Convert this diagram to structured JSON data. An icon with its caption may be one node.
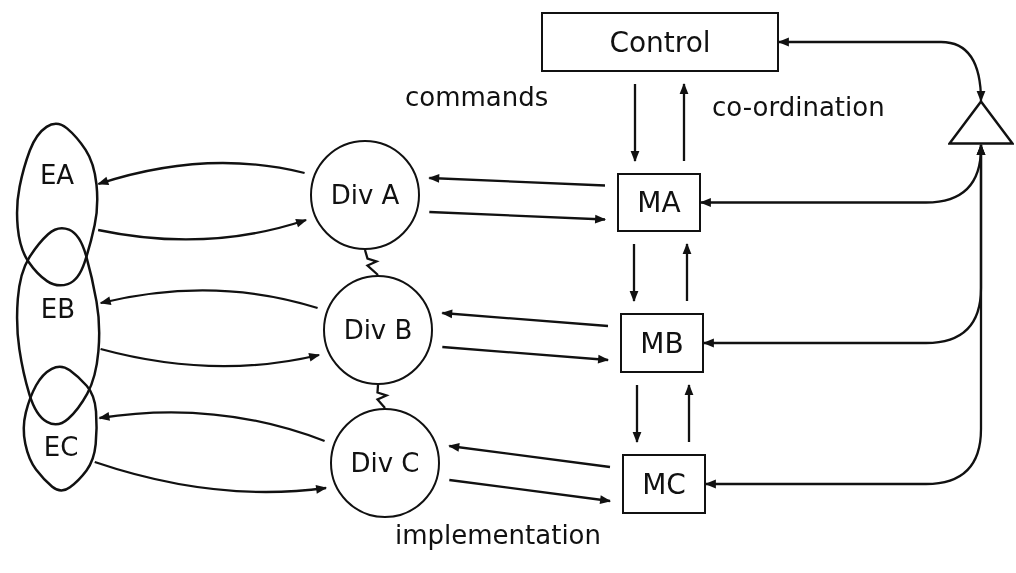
{
  "diagram": {
    "nodes": [
      {
        "text": [
          "Control"
        ]
      },
      {
        "text": [],
        "shape": "triangle"
      },
      {
        "text": [
          "EA"
        ]
      },
      {
        "text": [
          "EB"
        ]
      },
      {
        "text": [
          "EC"
        ]
      },
      {
        "text": [
          "Div A"
        ]
      },
      {
        "text": [
          "Div B"
        ]
      },
      {
        "text": [
          "Div C"
        ]
      },
      {
        "text": [
          "MA"
        ]
      },
      {
        "text": [
          "MB"
        ]
      },
      {
        "text": [
          "MC"
        ]
      }
    ],
    "edges": [
      {
        "from": 0,
        "to": 8,
        "arrow": "to"
      },
      {
        "from": 8,
        "to": 0,
        "arrow": "to"
      },
      {
        "from": 8,
        "to": 9,
        "arrow": "to"
      },
      {
        "from": 9,
        "to": 8,
        "arrow": "to"
      },
      {
        "from": 9,
        "to": 10,
        "arrow": "to"
      },
      {
        "from": 10,
        "to": 9,
        "arrow": "to"
      },
      {
        "from": 8,
        "to": 5,
        "arrow": "to"
      },
      {
        "from": 5,
        "to": 8,
        "arrow": "to"
      },
      {
        "from": 9,
        "to": 6,
        "arrow": "to"
      },
      {
        "from": 6,
        "to": 9,
        "arrow": "to"
      },
      {
        "from": 10,
        "to": 7,
        "arrow": "to"
      },
      {
        "from": 7,
        "to": 10,
        "arrow": "to"
      },
      {
        "from": 5,
        "to": 2,
        "arrow": "to"
      },
      {
        "from": 2,
        "to": 5,
        "arrow": "to"
      },
      {
        "from": 6,
        "to": 3,
        "arrow": "to"
      },
      {
        "from": 3,
        "to": 6,
        "arrow": "to"
      },
      {
        "from": 7,
        "to": 4,
        "arrow": "to"
      },
      {
        "from": 4,
        "to": 7,
        "arrow": "to"
      },
      {
        "from": 5,
        "to": 6,
        "arrow": "none"
      },
      {
        "from": 6,
        "to": 7,
        "arrow": "none"
      },
      {
        "from": 0,
        "to": 1,
        "arrow": "both"
      },
      {
        "from": 1,
        "to": 8,
        "arrow": "both"
      },
      {
        "from": 1,
        "to": 9,
        "arrow": "both"
      },
      {
        "from": 1,
        "to": 10,
        "arrow": "both"
      }
    ],
    "labels": [
      "commands",
      "co-ordination",
      "implementation"
    ]
  }
}
